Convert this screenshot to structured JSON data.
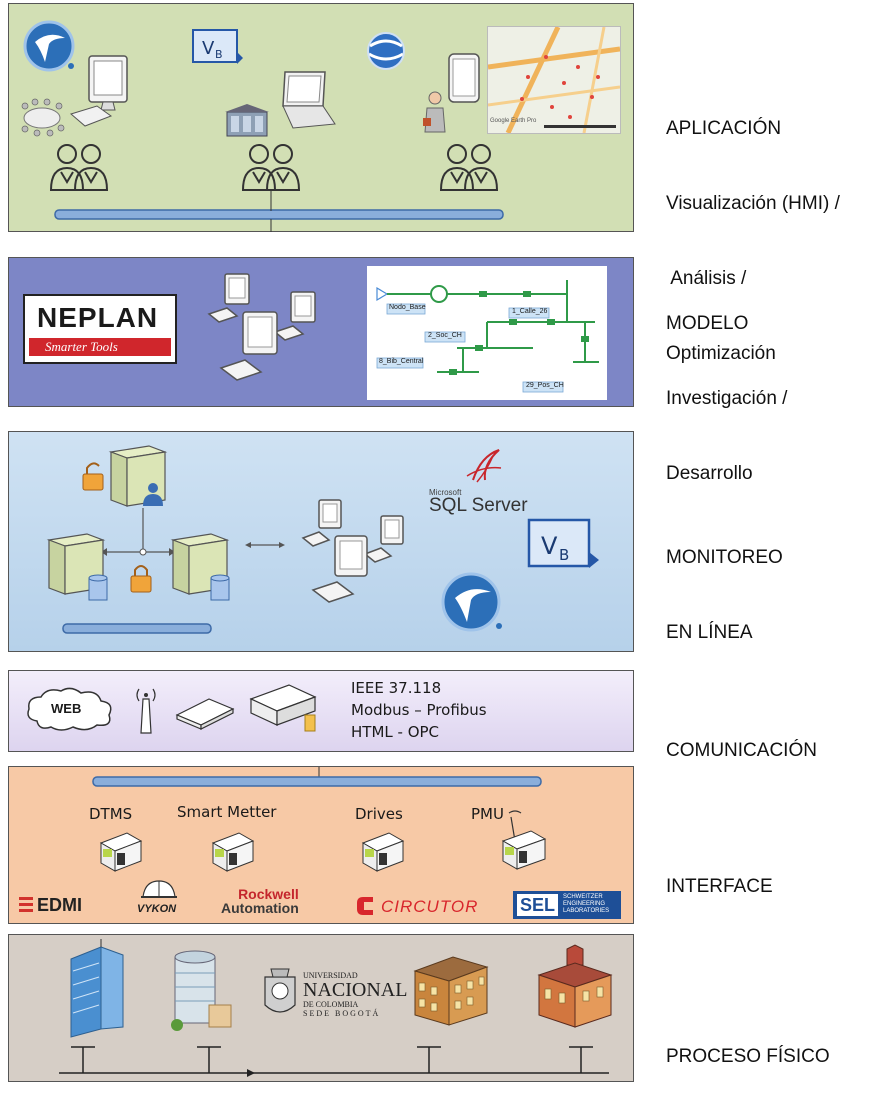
{
  "layers": {
    "aplicacion": {
      "label_lines": [
        "APLICACIÓN",
        "Visualización (HMI) /",
        " Análisis /",
        "Optimización"
      ],
      "map_credit": "Google Earth Pro",
      "vb_label": "VB"
    },
    "modelo": {
      "label_lines": [
        "MODELO",
        "Investigación /",
        "Desarrollo"
      ],
      "neplan_title": "NEPLAN",
      "neplan_tagline": "Smarter Tools",
      "nodes": [
        "Nodo_Base",
        "1_Calle_26",
        "2_Soc_CH",
        "8_Bib_Central",
        "29_Pos_CH"
      ]
    },
    "monitoreo": {
      "label_lines": [
        "MONITOREO",
        "EN LÍNEA"
      ],
      "sql_vendor": "Microsoft",
      "sql_product": "SQL Server",
      "vb_label": "VB"
    },
    "comunicacion": {
      "label_lines": [
        "COMUNICACIÓN"
      ],
      "cloud_label": "WEB",
      "protocols": [
        "IEEE 37.118",
        "Modbus – Profibus",
        "HTML - OPC"
      ]
    },
    "interface": {
      "label_lines": [
        "INTERFACE"
      ],
      "devices": [
        "DTMS",
        "Smart Metter",
        "Drives",
        "PMU"
      ],
      "brands": {
        "edmi": "EDMI",
        "vykon": "VYKON",
        "rockwell_1": "Rockwell",
        "rockwell_2": "Automation",
        "circutor": "CIRCUTOR",
        "sel": "SEL",
        "sel_sub_1": "SCHWEITZER",
        "sel_sub_2": "ENGINEERING",
        "sel_sub_3": "LABORATORIES"
      }
    },
    "proceso": {
      "label_lines": [
        "PROCESO FÍSICO"
      ],
      "univ_1": "UNIVERSIDAD",
      "univ_2": "NACIONAL",
      "univ_3": "DE COLOMBIA",
      "univ_4": "SEDE BOGOTÁ"
    }
  }
}
